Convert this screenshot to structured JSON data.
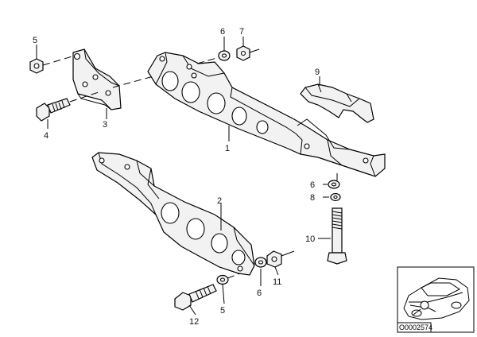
{
  "callouts": {
    "c1": "1",
    "c2": "2",
    "c3": "3",
    "c4": "4",
    "c5": "5",
    "c6a": "6",
    "c6b": "6",
    "c6c": "6",
    "c7": "7",
    "c8": "8",
    "c9": "9",
    "c10": "10",
    "c11": "11",
    "c12": "12"
  },
  "thumbnail": {
    "code": "O0002574"
  }
}
